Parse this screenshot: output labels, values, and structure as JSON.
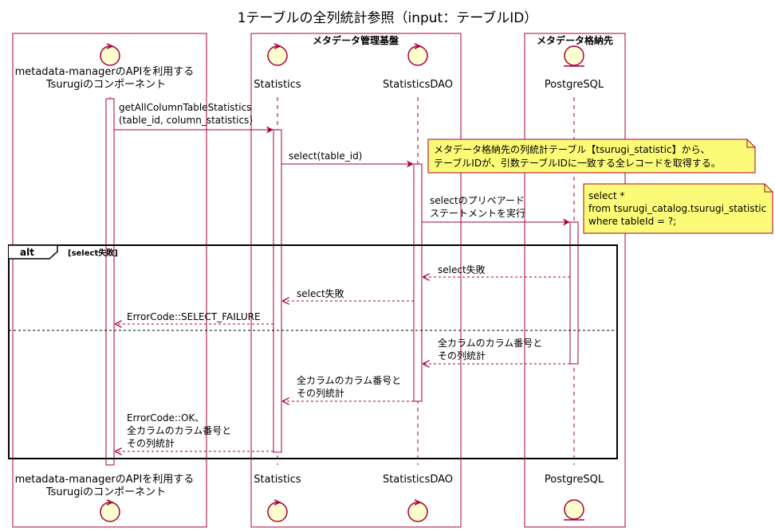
{
  "diagram": {
    "title": "1テーブルの全列統計参照（input：テーブルID）",
    "boxes": [
      {
        "title": ""
      },
      {
        "title": "メタデータ管理基盤"
      },
      {
        "title": "メタデータ格納先"
      }
    ],
    "participants": [
      {
        "label_lines": [
          "metadata-managerのAPIを利用する",
          "Tsurugiのコンポーネント"
        ],
        "icon": "control-icon"
      },
      {
        "label_lines": [
          "Statistics"
        ],
        "icon": "control-icon"
      },
      {
        "label_lines": [
          "StatisticsDAO"
        ],
        "icon": "control-icon"
      },
      {
        "label_lines": [
          "PostgreSQL"
        ],
        "icon": "entity-icon"
      }
    ],
    "messages": [
      {
        "lines": [
          "getAllColumnTableStatistics",
          "(table_id, column_statistics)"
        ]
      },
      {
        "lines": [
          "select(table_id)"
        ]
      },
      {
        "lines": [
          "selectのプリペアード",
          "ステートメントを実行"
        ]
      },
      {
        "lines": [
          "select失敗"
        ]
      },
      {
        "lines": [
          "select失敗"
        ]
      },
      {
        "lines": [
          "ErrorCode::SELECT_FAILURE"
        ]
      },
      {
        "lines": [
          "全カラムのカラム番号と",
          "その列統計"
        ]
      },
      {
        "lines": [
          "全カラムのカラム番号と",
          "その列統計"
        ]
      },
      {
        "lines": [
          "ErrorCode::OK、",
          "全カラムのカラム番号と",
          "その列統計"
        ]
      }
    ],
    "notes": [
      {
        "lines": [
          "メタデータ格納先の列統計テーブル【tsurugi_statistic】から、",
          "テーブルIDが、引数テーブルIDに一致する全レコードを取得する。"
        ]
      },
      {
        "lines": [
          "select *",
          "from tsurugi_catalog.tsurugi_statistic",
          "where tableId = ?;"
        ]
      }
    ],
    "alt": {
      "label": "alt",
      "condition": "[select失敗]"
    },
    "colors": {
      "arrow": "#a80036",
      "note_fill": "#fbfb77",
      "icon_fill": "#fefece",
      "box_border": "#a80036"
    }
  }
}
